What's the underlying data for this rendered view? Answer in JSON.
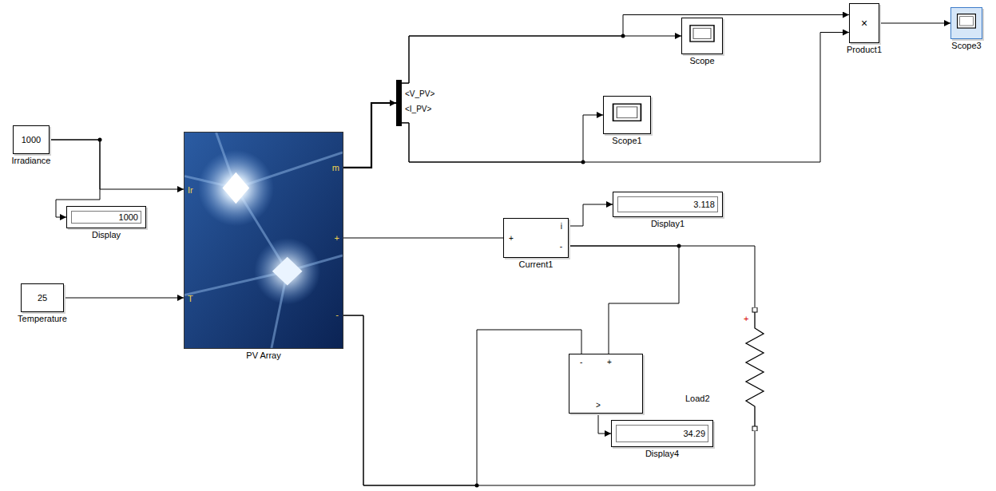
{
  "diagram": {
    "nodes": [
      {
        "text": [
          "1000",
          "Irradiance"
        ]
      },
      {
        "text": [
          "1000",
          "Display"
        ]
      },
      {
        "text": [
          "25",
          "Temperature"
        ]
      },
      {
        "text": [
          "Ir",
          "T",
          "m",
          "+",
          "-",
          "PV Array"
        ]
      },
      {
        "text": [
          "<V_PV>",
          "<I_PV>"
        ]
      },
      {
        "text": [
          "Scope"
        ]
      },
      {
        "text": [
          "Scope1"
        ]
      },
      {
        "text": [
          "×",
          "Product1"
        ]
      },
      {
        "text": [
          "Scope3"
        ]
      },
      {
        "text": [
          "+",
          "i",
          "-",
          "Current1"
        ]
      },
      {
        "text": [
          "3.118",
          "Display1"
        ]
      },
      {
        "text": [
          "-",
          "+",
          ">"
        ]
      },
      {
        "text": [
          "34.29",
          "Display4"
        ]
      },
      {
        "text": [
          "+",
          "Load2"
        ]
      }
    ],
    "edges": [
      {
        "from": 0,
        "to": 3,
        "arrow": "to"
      },
      {
        "from": 0,
        "to": 1,
        "arrow": "to"
      },
      {
        "from": 2,
        "to": 3,
        "arrow": "to"
      },
      {
        "from": 3,
        "to": 4,
        "arrow": "to"
      },
      {
        "from": 4,
        "to": 5,
        "arrow": "to"
      },
      {
        "from": 4,
        "to": 7,
        "arrow": "to"
      },
      {
        "from": 4,
        "to": 6,
        "arrow": "to"
      },
      {
        "from": 4,
        "to": 7,
        "arrow": "to"
      },
      {
        "from": 7,
        "to": 8,
        "arrow": "to"
      },
      {
        "from": 3,
        "to": 9,
        "arrow": "none"
      },
      {
        "from": 9,
        "to": 10,
        "arrow": "to"
      },
      {
        "from": 9,
        "to": 13,
        "arrow": "none"
      },
      {
        "from": 9,
        "to": 11,
        "arrow": "none"
      },
      {
        "from": 3,
        "to": 13,
        "arrow": "none"
      },
      {
        "from": 3,
        "to": 11,
        "arrow": "none"
      },
      {
        "from": 11,
        "to": 12,
        "arrow": "to"
      }
    ]
  }
}
